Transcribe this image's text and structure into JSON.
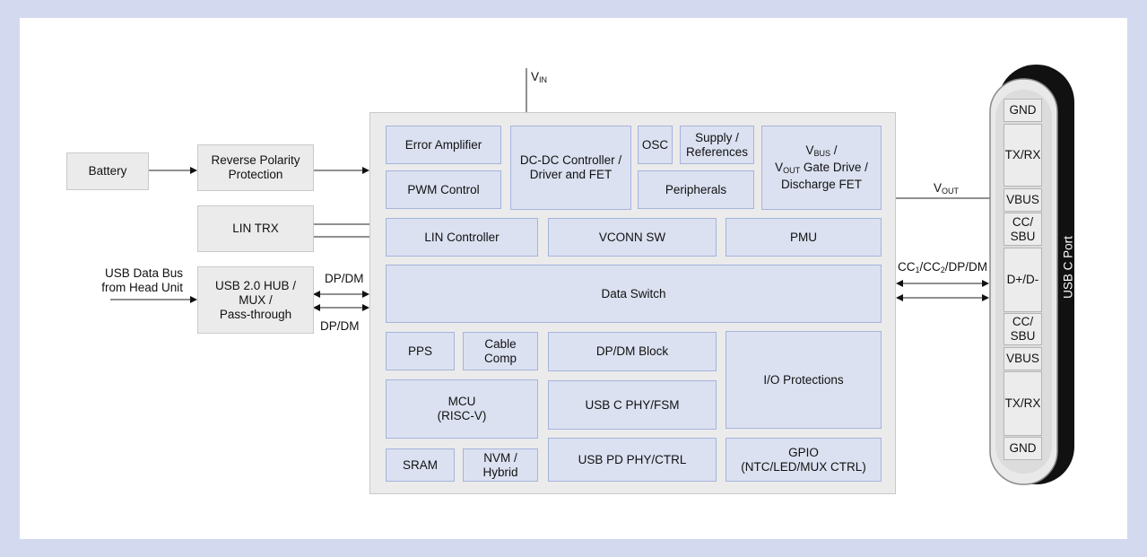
{
  "external": {
    "battery": "Battery",
    "reverse_polarity": "Reverse Polarity\nProtection",
    "lin_trx": "LIN TRX",
    "usb_hub": "USB 2.0 HUB /\nMUX /\nPass-through",
    "usb_data_bus": "USB Data Bus\nfrom Head Unit",
    "dp_dm_top": "DP/DM",
    "dp_dm_bottom": "DP/DM"
  },
  "signals": {
    "vin_main": "V",
    "vin_sub": "IN",
    "vout_main": "V",
    "vout_sub": "OUT",
    "cc_label_a": "CC",
    "cc_sub_1": "1",
    "cc_label_b": "/CC",
    "cc_sub_2": "2",
    "cc_label_c": "/DP/DM"
  },
  "chip": {
    "error_amplifier": "Error Amplifier",
    "pwm_control": "PWM Control",
    "dcdc": "DC-DC Controller /\nDriver and FET",
    "osc": "OSC",
    "supply_ref": "Supply /\nReferences",
    "peripherals": "Peripherals",
    "vbus_l1_main": "V",
    "vbus_l1_sub": "BUS",
    "vbus_l1_end": " /",
    "vbus_l2_main": "V",
    "vbus_l2_sub": "OUT",
    "vbus_l2_end": " Gate Drive /",
    "vbus_l3": "Discharge FET",
    "lin_controller": "LIN Controller",
    "vconn_sw": "VCONN SW",
    "pmu": "PMU",
    "data_switch": "Data Switch",
    "pps": "PPS",
    "cable_comp": "Cable\nComp",
    "dpdm_block": "DP/DM Block",
    "io_protections": "I/O Protections",
    "mcu": "MCU\n(RISC-V)",
    "usbc_phy": "USB C PHY/FSM",
    "sram": "SRAM",
    "nvm": "NVM /\nHybrid",
    "usbpd_phy": "USB PD PHY/CTRL",
    "gpio": "GPIO\n(NTC/LED/MUX CTRL)"
  },
  "port": {
    "title": "USB C Port",
    "pins": [
      "GND",
      "TX/RX",
      "VBUS",
      "CC/\nSBU",
      "D+/D-",
      "CC/\nSBU",
      "VBUS",
      "TX/RX",
      "GND"
    ]
  },
  "colors": {
    "background": "#d3d9ef",
    "block_fill": "#dbe1f1",
    "block_border": "#a6b4dc",
    "gray_fill": "#ebebeb",
    "port_body": "#111111"
  }
}
